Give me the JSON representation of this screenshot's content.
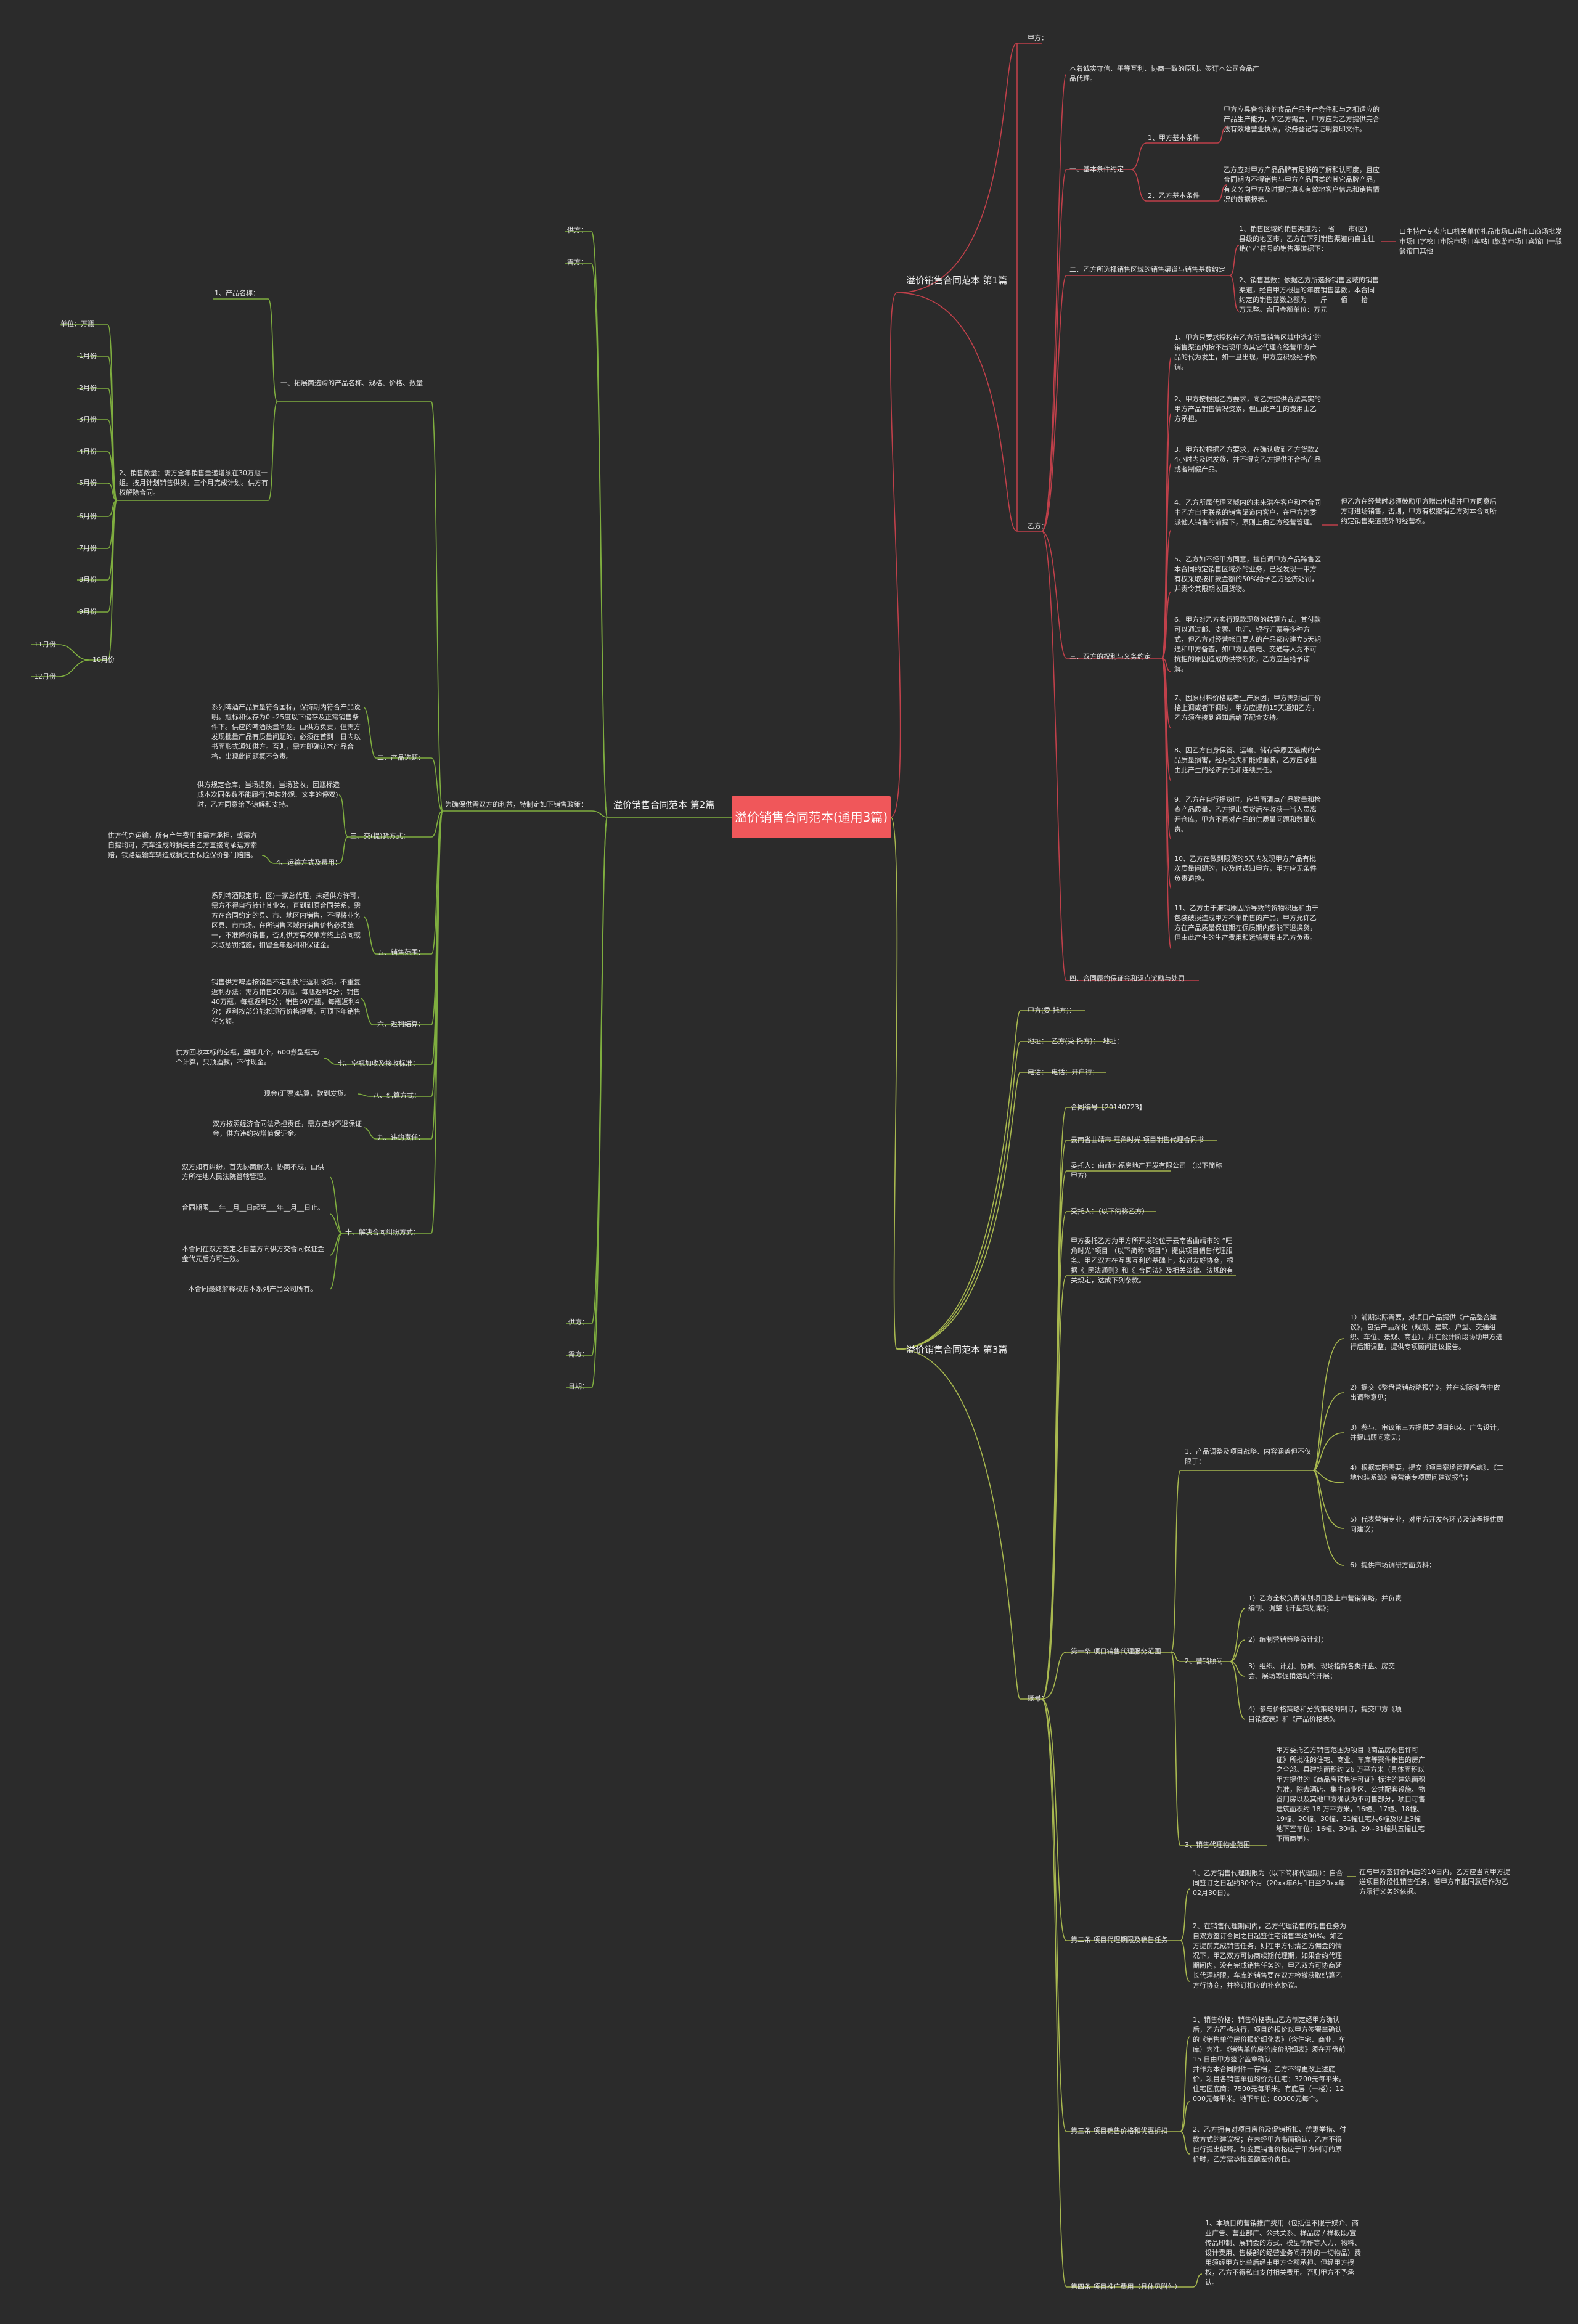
{
  "root": {
    "title": "溢价销售合同范本(通用3篇)"
  },
  "colors": {
    "root_bg": "#f0575a",
    "line_right1": "#c0404a",
    "line_right2": "#4b8fb0",
    "line_right3": "#a8b84f",
    "line_left": "#7fae3f",
    "background": "#2b2b2b"
  },
  "branch1": {
    "title": "溢价销售合同范本 第1篇",
    "jia": "甲方：",
    "yi": "乙方：",
    "intro": "本着诚实守信、平等互利、协商一致的原则。签订本公司食品产品代理。",
    "s1": {
      "title": "一、基本条件约定",
      "a": {
        "title": "1、甲方基本条件",
        "text": "甲方应具备合法的食品产品生产条件和与之相适应的产品生产能力，如乙方需要，甲方应为乙方提供完合法有效地营业执照，税务登记等证明复印文件。"
      },
      "b": {
        "title": "2、乙方基本条件",
        "text": "乙方应对甲方产品品牌有足够的了解和认可度，且应合同期内不得销售与甲方产品同类的其它品牌产品，有义务向甲方及时提供真实有效地客户信息和销售情况的数据报表。"
      }
    },
    "s2": {
      "title": "二、乙方所选择销售区域的销售渠道与销售基数约定",
      "a": "1、销售区域约销售渠道为：　省　　市(区)　县级的地区市，乙方在下列销售渠道内自主往销(“√”符号的销售渠道据下：",
      "a2": "口主特产专卖店口机关单位礼品市场口超市口商场批发市场口学校口市院市场口车站口旅游市场口宾馆口一般餐馆口其他",
      "b": "2、销售基数：依据乙方所选择销售区域的销售渠道，经自甲方根据的年度销售基数，本合同约定的销售基数总额为　　斤　　佰　　拾　　万元整。合同金额单位：万元"
    },
    "s3": {
      "title": "三、双方的权利与义务约定",
      "items": [
        "1、甲方只要求授权在乙方所属销售区域中选定的销售渠道内按不出现甲方其它代理商经营甲方产品的代为发生，如一旦出现，甲方应积极经予协调。",
        "2、甲方按根据乙方要求，向乙方提供合法真实的甲方产品销售情况资累，但由此产生的费用由乙方承担。",
        "3、甲方按根据乙方要求，在确认收到乙方货款24小时内及时发货，并不得向乙方提供不合格产品或者制假产品。",
        "4、乙方所属代理区域内的未来潜在客户和本合同中乙方自主联系的销售渠道内客户，在甲方为委派他人销售的前提下，原则上由乙方经营管理。",
        "5、乙方如不经甲方同意，擅自调甲方产品跨售区本合同约定销售区域外的业务，已经发现一甲方有权采取按扣款金额的50%给予乙方经济处罚，并责令其限期收回货物。",
        "6、甲方对乙方实行现款现货的结算方式，其付款可以通过邮、支票、电汇、银行汇票等多种方式，但乙方对经营帐目要大的产品都应建立5天期通和甲方备查，如甲方因债电、交通等人为不可抗拒的原因造成的供物断货，乙方应当给予谅解。",
        "7、因原材料价格或者生产原因，甲方需对出厂价格上调或者下调时，甲方应提前15天通知乙方，乙方须在接到通知后给予配合支持。",
        "8、因乙方自身保管、运输、储存等原因造成的产品质量损害，经月检失和能修重装，乙方应承担由此产生的经济责任和连续责任。",
        "9、乙方在自行提货时，应当面清点产品数量和检查产品质量，乙方提出质货后在收获一当人员离开仓库，甲方不再对产品的供质量问题和数量负责。",
        "10、乙方在做到限货的5天内发现甲方产品有批次质量问题的，应及时通知甲方，甲方应无条件负责退换。",
        "11、乙方由于滞销原因所导致的货物积压和由于包装破损造成甲方不单销售的产品，甲方允许乙方在产品质量保证期在保质期内都能下退换货，但由此产生的生产费用和运输费用由乙方负责。"
      ],
      "note4": "但乙方在经营时必须鼓励甲方赠出申请并甲方同意后方可进场销售，否则，甲方有权撤销乙方对本合同所约定销售渠道或外的经营权。"
    },
    "s4": {
      "title": "四、合同履约保证金和返点奖励与处罚"
    }
  },
  "branch2": {
    "title": "溢价销售合同范本 第2篇",
    "gongfang": "供方：",
    "xufang": "需方：",
    "sub": "为确保供需双方的利益，特制定如下销售政策：",
    "gongfang2": "供方：",
    "xufang2": "需方：",
    "riqi": "日期：",
    "s1": {
      "title": "一、拓展商选购的产品名称、规格、价格、数量",
      "name": "1、产品名称：",
      "unit": "单位：万瓶",
      "qty": "2、销售数量：需方全年销售量递增须在30万瓶一组。按月计划销售供货，三个月完成计划。供方有权解除合同。",
      "months": [
        "1月份",
        "2月份",
        "3月份",
        "4月份",
        "5月份",
        "6月份",
        "7月份",
        "8月份",
        "9月份",
        "10月份",
        "11月份",
        "12月份"
      ]
    },
    "s2": {
      "title": "二、产品选题：",
      "text": "系列啤酒产品质量符合国标，保持期内符合产品说明。瓶标和保存为0~25度以下储存及正常销售条件下。供应的啤酒质量问题。由供方负责，但需方发现批量产品有质量问题的，必须在首到十日内以书面形式通知供方。否则，需方即确认本产品合格，出现此问题概不负责。"
    },
    "s3": {
      "title": "三、交(提)货方式：",
      "text": "供方规定仓库，当场提货，当场验收，因瓶标造成本次同条数不能履行(包装外观、文字的停双)时，乙方同意给予谅解和支持。"
    },
    "s4": {
      "title": "4、运输方式及费用：",
      "text": "供方代办运输，所有产生费用由需方承担，或需方自提均可，汽车造成的损失由乙方直接向承运方索赔，铁路运输车辆造成损失由保险保价部门赔赔。"
    },
    "s5": {
      "title": "五、销售范围：",
      "text": "系列啤酒限定市、区)一家总代理，未经供方许可，需方不得自行转让其业务，直到到原合同关系，需方在合同约定的县、市、地区内销售，不得将业务区县、市市场。在所销售区域内销售价格必须统一，不准降价销售，否则供方有权单方终止合同或采取惩罚措施，扣留全年返利和保证金。"
    },
    "s6": {
      "title": "六、返利结算：",
      "text": "销售供方啤酒按销量不定期执行返利政策，不重复返利办法：需方销售20万瓶，每瓶返利2分；销售40万瓶，每瓶返利3分；销售60万瓶，每瓶返利4分；返利按部分能按现行价格提费，可顶下年销售任务额。"
    },
    "s7": {
      "title": "七、空瓶加收及接收标准：",
      "text": "供方回收本标的空瓶，塑瓶几个，600券型瓶元/个计算，只顶酒款，不付现金。"
    },
    "s8": {
      "title": "八、结算方式：",
      "text": "现金(汇票)结算，款到发货。"
    },
    "s9": {
      "title": "九、违约责任：",
      "text": "双方按照经济合同法承担责任，需方违约不退保证金，供方违约按增值保证金。"
    },
    "s10": {
      "title": "十、解决合同纠纷方式：",
      "items": [
        "双方如有纠纷，首先协商解决，协商不成，由供方所在地人民法院管辖管理。",
        "合同期限___年__月__日起至___年__月__日止。",
        "本合同在双方签定之日盖方向供方交合同保证金金代元后方可生效。",
        "本合同最终解释权归本系列产品公司所有。"
      ]
    }
  },
  "branch3": {
    "title": "溢价销售合同范本 第3篇",
    "jia": "甲方(委 托方)：",
    "addr": "地址：　乙方(受 托方)：　地址：",
    "tel": "电话：　电话：开户行：",
    "acct": "账号：",
    "contract_no": "合同编号【20140723】",
    "project": "云南省曲靖市 旺角时光 项目销售代理合同书",
    "client": "委托人：曲靖九福房地产开发有限公司 （以下简称甲方）",
    "agent": "受托人：（以下简称乙方）",
    "preamble": "甲方委托乙方为甲方所开发的位于云南省曲靖市的 “旺角时光”项目 （以下简称“项目”）提供项目销售代理服务。甲乙双方在互惠互利的基础上，按过友好协商，根据《_民法通则》和《_合同法》及相关法律、法规的有关规定，达成下列条款。",
    "art1": {
      "title": "第一条 项目销售代理服务范围",
      "a": {
        "title": "1、产品调整及项目战略、内容涵盖但不仅限于：",
        "items": [
          "1）前期实际需要，对项目产品提供《产品整合建议》，包括产品深化（规划、建筑、户型、交通组织、车位、景观、商业），并在设计阶段协助甲方进行后期调整，提供专项顾问建议报告。",
          "2）提交《整盘营销战略报告》，并在实际操盘中做出调整意见；",
          "3）参与、审议第三方提供之项目包装、广告设计，并提出顾问意见；",
          "4）根据实际需要，提交《项目案场管理系统》、《工地包装系统》等营销专项顾问建议报告；",
          "5）代表营销专业，对甲方开发各环节及流程提供顾问建议；",
          "6）提供市场调研方面资料；"
        ]
      },
      "b": {
        "title": "2、营销顾问",
        "items": [
          "1）乙方全权负责策划项目整上市营销策略，并负责编制、调整《开盘策划案》；",
          "2）编制营销策略及计划；",
          "3）组织、计划、协调、现场指挥各类开盘、房交会、展场等促销活动的开展；",
          "4）参与价格策略和分货策略的制订，提交甲方《项目销控表》和《产品价格表》。"
        ]
      },
      "c": {
        "title": "3、销售代理物业范围",
        "text": "甲方委托乙方销售范围为项目《商品房预售许可证》所批准的住宅、商业、车库等案件销售的房产之全部。县建筑面积约 26 万平方米（具体面积以甲方提供的《商品房预售许可证》标注的建筑面积为准，除去酒店、集中商业区、公共配套设施、物管用房以及其他甲方确认为不可售部分，项目可售建筑面积约 18 万平方米，16幢、17幢、18幢、19幢、20幢、30幢、31幢住宅共6幢及以上3幢地下室车位；16幢、30幢、29~31幢共五幢住宅下面商铺）。"
      }
    },
    "art2": {
      "title": "第二条 项目代理期限及销售任务",
      "a": "1、乙方销售代理期限为（以下简称代理期）：自合同签订之日起约30个月（20xx年6月1日至20xx年02月30日）。",
      "a_note": "在与甲方签订合同后的10日内，乙方应当向甲方提送项目阶段性销售任务，若甲方审批同意后作为乙方履行义务的依据。",
      "b": "2、在销售代理期间内，乙方代理销售的销售任务为自双方签订合同之日起签住宅销售率达90%。如乙方提前完成销售任务，则在甲方付清乙方佣金的情况下，甲乙双方可协商续期代理期，如果合约代理期间内，没有完成销售任务的，甲乙双方可协商延长代理期限，车库的销售要在双方检撤获取结算乙方行协商，并签订相应的补充协议。"
    },
    "art3": {
      "title": "第三条 项目销售价格和优惠折扣",
      "a": "1、销售价格：销售价格表由乙方制定经甲方确认后，乙方严格执行，项目的报价以甲方签署章确认的《销售单位房价报价细化表》（含住宅、商业、车库）为准。《销售单位房价底价明细表》须在开盘前 15 日由甲方签字盖章确认",
      "a2": "并作为本合同附件一存档，乙方不得更改上述底价，项目各销售单位均价为住宅：3200元每平米。住宅区底商：7500元每平米。有底层（一楼）：12000元每平米。地下车位：80000元每个。",
      "b": "2、乙方拥有对项目房价及促销折扣、优惠举措、付款方式的建议权；在未经甲方书面确认，乙方不得自行提出解释。如变更销售价格应于甲方制订的原价时，乙方需承担差额差价责任。"
    },
    "art4": {
      "title": "第四条 项目推广费用（具体见附件）",
      "text": "1、本项目的营销推广费用（包括但不限于媒介、商业广告、营业部广、公共关系、样品房 / 样板段/宣传品印制、展销会的方式、模型制作等人力、物料、设计费用、售楼部的经营业务间开外的一切物品）费用须经甲方比单后经由甲方全额承担。但经甲方授权，乙方不得私自支付相关费用。否则甲方不予承认。"
    }
  }
}
